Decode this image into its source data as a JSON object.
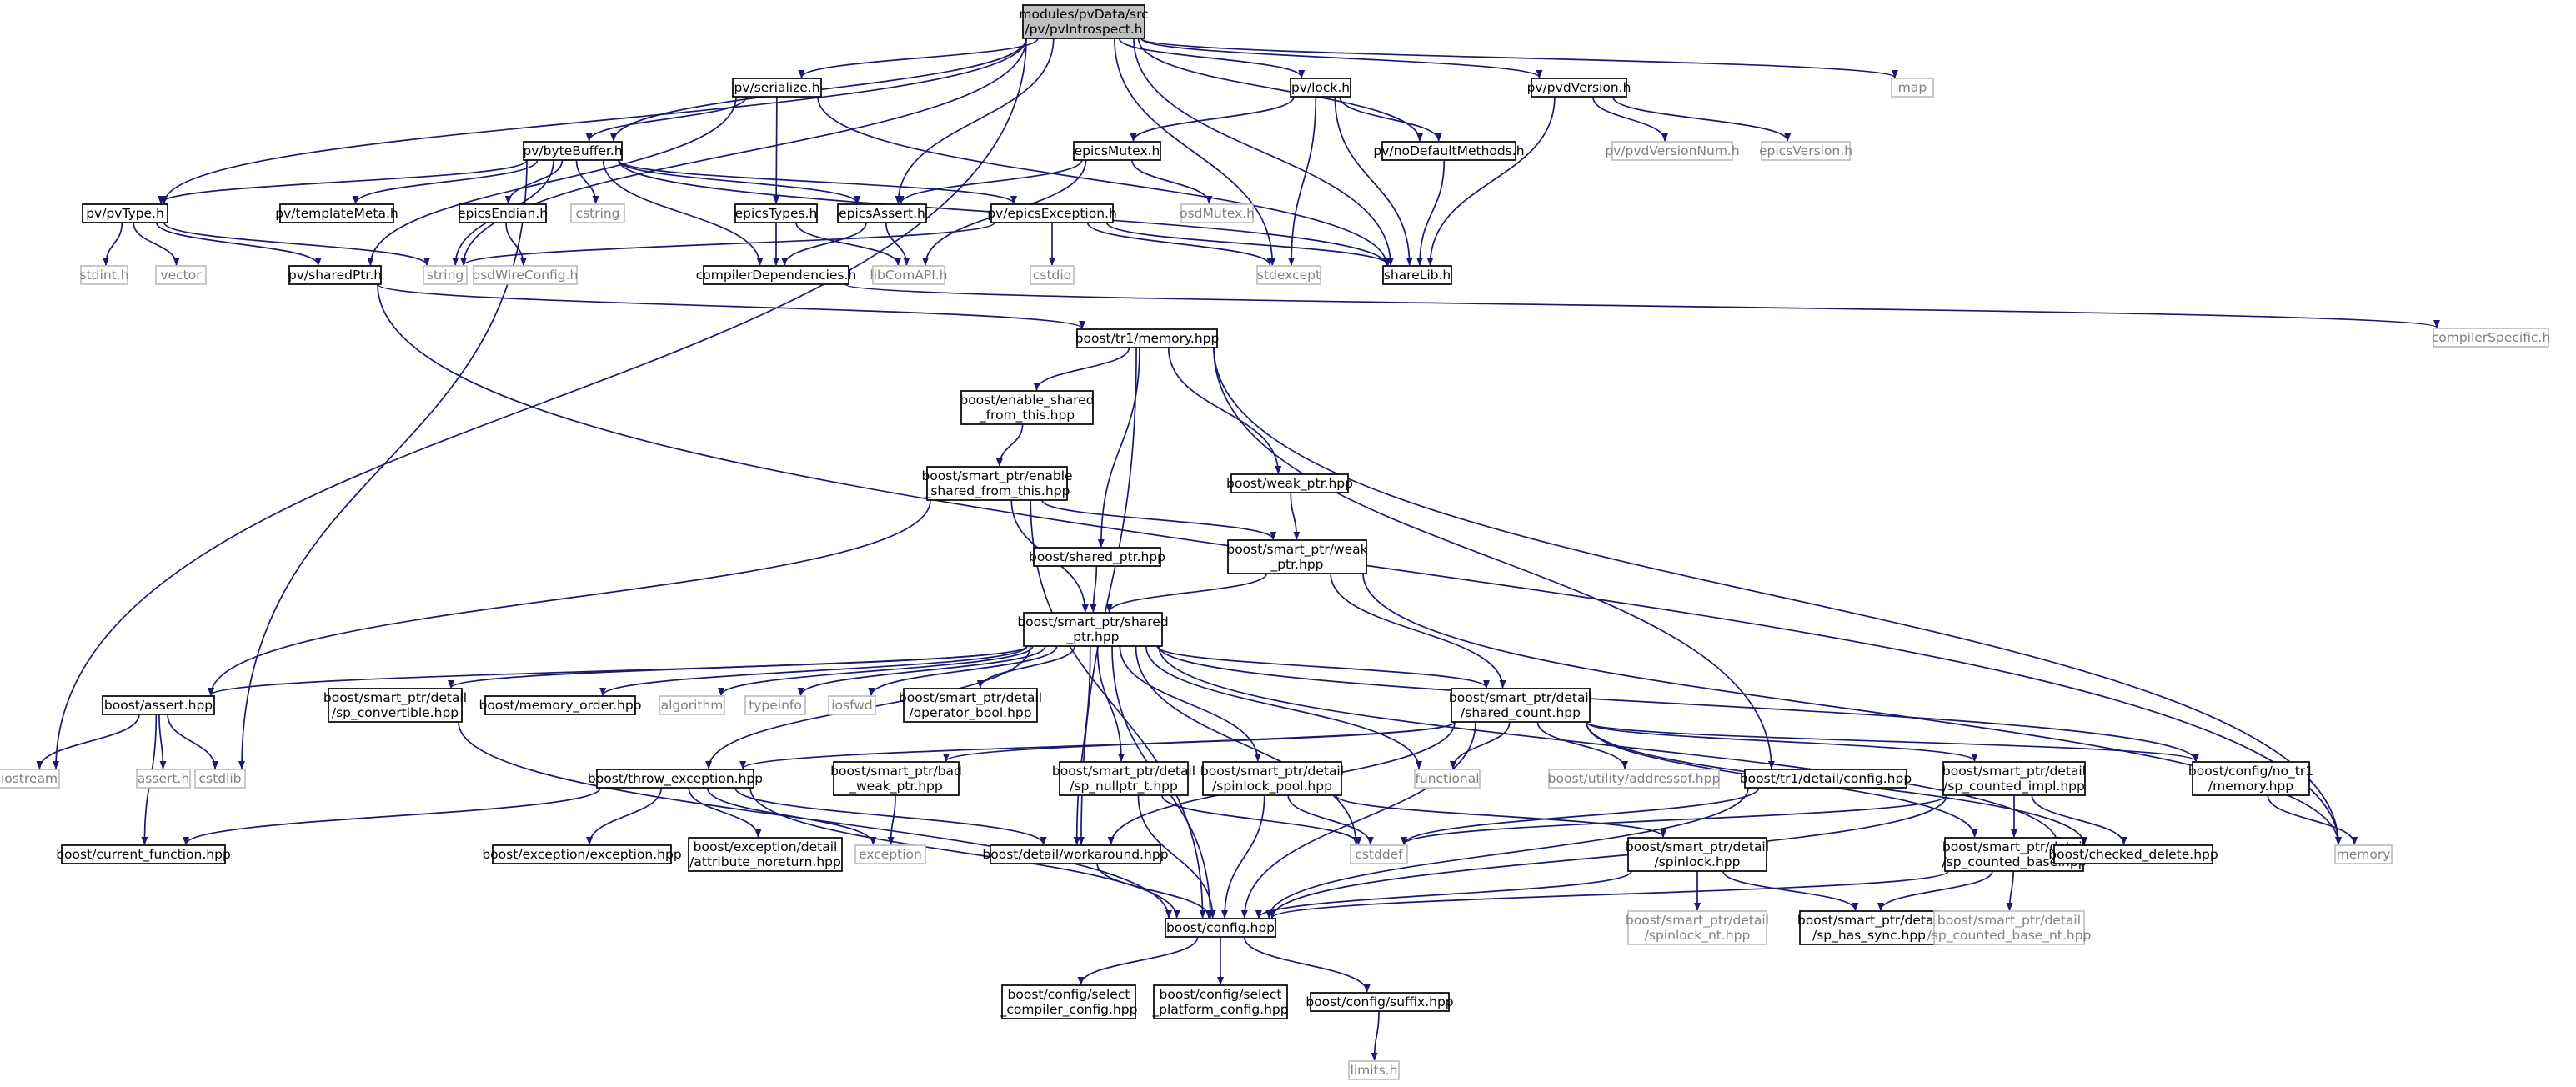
{
  "diagram": {
    "colors": {
      "edge": "#191970",
      "local_border": "#000000",
      "external_border": "#bfbfbf",
      "external_text": "#808080",
      "root_fill": "#bfbfbf"
    },
    "nodes": [
      {
        "id": "root",
        "lines": [
          "modules/pvData/src",
          "/pv/pvIntrospect.h"
        ],
        "kind": "root"
      },
      {
        "id": "pvSerialize",
        "lines": [
          "pv/serialize.h"
        ],
        "kind": "local"
      },
      {
        "id": "pvLock",
        "lines": [
          "pv/lock.h"
        ],
        "kind": "local"
      },
      {
        "id": "pvdVersion",
        "lines": [
          "pv/pvdVersion.h"
        ],
        "kind": "local"
      },
      {
        "id": "map",
        "lines": [
          "map"
        ],
        "kind": "ext"
      },
      {
        "id": "pvByteBuffer",
        "lines": [
          "pv/byteBuffer.h"
        ],
        "kind": "local"
      },
      {
        "id": "epicsMutex",
        "lines": [
          "epicsMutex.h"
        ],
        "kind": "local"
      },
      {
        "id": "noDefault",
        "lines": [
          "pv/noDefaultMethods.h"
        ],
        "kind": "local"
      },
      {
        "id": "pvdVersionNum",
        "lines": [
          "pv/pvdVersionNum.h"
        ],
        "kind": "ext"
      },
      {
        "id": "epicsVersion",
        "lines": [
          "epicsVersion.h"
        ],
        "kind": "ext"
      },
      {
        "id": "pvType",
        "lines": [
          "pv/pvType.h"
        ],
        "kind": "local"
      },
      {
        "id": "templateMeta",
        "lines": [
          "pv/templateMeta.h"
        ],
        "kind": "local"
      },
      {
        "id": "epicsEndian",
        "lines": [
          "epicsEndian.h"
        ],
        "kind": "local"
      },
      {
        "id": "cstring",
        "lines": [
          "cstring"
        ],
        "kind": "ext"
      },
      {
        "id": "epicsTypes",
        "lines": [
          "epicsTypes.h"
        ],
        "kind": "local"
      },
      {
        "id": "epicsAssert",
        "lines": [
          "epicsAssert.h"
        ],
        "kind": "local"
      },
      {
        "id": "epicsException",
        "lines": [
          "pv/epicsException.h"
        ],
        "kind": "local"
      },
      {
        "id": "osdMutex",
        "lines": [
          "osdMutex.h"
        ],
        "kind": "ext"
      },
      {
        "id": "stdint",
        "lines": [
          "stdint.h"
        ],
        "kind": "ext"
      },
      {
        "id": "vector",
        "lines": [
          "vector"
        ],
        "kind": "ext"
      },
      {
        "id": "sharedPtr",
        "lines": [
          "pv/sharedPtr.h"
        ],
        "kind": "local"
      },
      {
        "id": "string",
        "lines": [
          "string"
        ],
        "kind": "ext"
      },
      {
        "id": "osdWire",
        "lines": [
          "osdWireConfig.h"
        ],
        "kind": "ext"
      },
      {
        "id": "compilerDep",
        "lines": [
          "compilerDependencies.h"
        ],
        "kind": "local"
      },
      {
        "id": "libCom",
        "lines": [
          "libComAPI.h"
        ],
        "kind": "ext"
      },
      {
        "id": "cstdio",
        "lines": [
          "cstdio"
        ],
        "kind": "ext"
      },
      {
        "id": "stdexcept",
        "lines": [
          "stdexcept"
        ],
        "kind": "ext"
      },
      {
        "id": "shareLib",
        "lines": [
          "shareLib.h"
        ],
        "kind": "local"
      },
      {
        "id": "compilerSpecific",
        "lines": [
          "compilerSpecific.h"
        ],
        "kind": "ext"
      },
      {
        "id": "tr1memory",
        "lines": [
          "boost/tr1/memory.hpp"
        ],
        "kind": "local"
      },
      {
        "id": "enableShared",
        "lines": [
          "boost/enable_shared",
          "_from_this.hpp"
        ],
        "kind": "local"
      },
      {
        "id": "spEnableShared",
        "lines": [
          "boost/smart_ptr/enable",
          "_shared_from_this.hpp"
        ],
        "kind": "local"
      },
      {
        "id": "weakPtr",
        "lines": [
          "boost/weak_ptr.hpp"
        ],
        "kind": "local"
      },
      {
        "id": "sharedPtrHpp",
        "lines": [
          "boost/shared_ptr.hpp"
        ],
        "kind": "local"
      },
      {
        "id": "spWeak",
        "lines": [
          "boost/smart_ptr/weak",
          "_ptr.hpp"
        ],
        "kind": "local"
      },
      {
        "id": "spShared",
        "lines": [
          "boost/smart_ptr/shared",
          "_ptr.hpp"
        ],
        "kind": "local"
      },
      {
        "id": "assertHpp",
        "lines": [
          "boost/assert.hpp"
        ],
        "kind": "local"
      },
      {
        "id": "spConvertible",
        "lines": [
          "boost/smart_ptr/detail",
          "/sp_convertible.hpp"
        ],
        "kind": "local"
      },
      {
        "id": "memOrder",
        "lines": [
          "boost/memory_order.hpp"
        ],
        "kind": "local"
      },
      {
        "id": "algorithm",
        "lines": [
          "algorithm"
        ],
        "kind": "ext"
      },
      {
        "id": "typeinfo",
        "lines": [
          "typeinfo"
        ],
        "kind": "ext"
      },
      {
        "id": "iosfwd",
        "lines": [
          "iosfwd"
        ],
        "kind": "ext"
      },
      {
        "id": "opBool",
        "lines": [
          "boost/smart_ptr/detail",
          "/operator_bool.hpp"
        ],
        "kind": "local"
      },
      {
        "id": "sharedCount",
        "lines": [
          "boost/smart_ptr/detail",
          "/shared_count.hpp"
        ],
        "kind": "local"
      },
      {
        "id": "iostream",
        "lines": [
          "iostream"
        ],
        "kind": "ext"
      },
      {
        "id": "assertH",
        "lines": [
          "assert.h"
        ],
        "kind": "ext"
      },
      {
        "id": "cstdlib",
        "lines": [
          "cstdlib"
        ],
        "kind": "ext"
      },
      {
        "id": "throwExc",
        "lines": [
          "boost/throw_exception.hpp"
        ],
        "kind": "local"
      },
      {
        "id": "badWeak",
        "lines": [
          "boost/smart_ptr/bad",
          "_weak_ptr.hpp"
        ],
        "kind": "local"
      },
      {
        "id": "nullptr",
        "lines": [
          "boost/smart_ptr/detail",
          "/sp_nullptr_t.hpp"
        ],
        "kind": "local"
      },
      {
        "id": "spinlockPool",
        "lines": [
          "boost/smart_ptr/detail",
          "/spinlock_pool.hpp"
        ],
        "kind": "local"
      },
      {
        "id": "functional",
        "lines": [
          "functional"
        ],
        "kind": "ext"
      },
      {
        "id": "addressof",
        "lines": [
          "boost/utility/addressof.hpp"
        ],
        "kind": "ext"
      },
      {
        "id": "tr1config",
        "lines": [
          "boost/tr1/detail/config.hpp"
        ],
        "kind": "local"
      },
      {
        "id": "countedImpl",
        "lines": [
          "boost/smart_ptr/detail",
          "/sp_counted_impl.hpp"
        ],
        "kind": "local"
      },
      {
        "id": "noTr1Memory",
        "lines": [
          "boost/config/no_tr1",
          "/memory.hpp"
        ],
        "kind": "local"
      },
      {
        "id": "currentFunc",
        "lines": [
          "boost/current_function.hpp"
        ],
        "kind": "local"
      },
      {
        "id": "excException",
        "lines": [
          "boost/exception/exception.hpp"
        ],
        "kind": "local"
      },
      {
        "id": "attrNoreturn",
        "lines": [
          "boost/exception/detail",
          "/attribute_noreturn.hpp"
        ],
        "kind": "local"
      },
      {
        "id": "exception",
        "lines": [
          "exception"
        ],
        "kind": "ext"
      },
      {
        "id": "workaround",
        "lines": [
          "boost/detail/workaround.hpp"
        ],
        "kind": "local"
      },
      {
        "id": "cstddef",
        "lines": [
          "cstddef"
        ],
        "kind": "ext"
      },
      {
        "id": "spinlock",
        "lines": [
          "boost/smart_ptr/detail",
          "/spinlock.hpp"
        ],
        "kind": "local"
      },
      {
        "id": "countedBase",
        "lines": [
          "boost/smart_ptr/detail",
          "/sp_counted_base.hpp"
        ],
        "kind": "local"
      },
      {
        "id": "checkedDelete",
        "lines": [
          "boost/checked_delete.hpp"
        ],
        "kind": "local"
      },
      {
        "id": "memory",
        "lines": [
          "memory"
        ],
        "kind": "ext"
      },
      {
        "id": "config",
        "lines": [
          "boost/config.hpp"
        ],
        "kind": "local"
      },
      {
        "id": "spinlockNt",
        "lines": [
          "boost/smart_ptr/detail",
          "/spinlock_nt.hpp"
        ],
        "kind": "ext"
      },
      {
        "id": "hasSync",
        "lines": [
          "boost/smart_ptr/detail",
          "/sp_has_sync.hpp"
        ],
        "kind": "local"
      },
      {
        "id": "countedBaseNt",
        "lines": [
          "boost/smart_ptr/detail",
          "/sp_counted_base_nt.hpp"
        ],
        "kind": "ext"
      },
      {
        "id": "selectCompiler",
        "lines": [
          "boost/config/select",
          "_compiler_config.hpp"
        ],
        "kind": "local"
      },
      {
        "id": "selectPlatform",
        "lines": [
          "boost/config/select",
          "_platform_config.hpp"
        ],
        "kind": "local"
      },
      {
        "id": "suffix",
        "lines": [
          "boost/config/suffix.hpp"
        ],
        "kind": "local"
      },
      {
        "id": "limits",
        "lines": [
          "limits.h"
        ],
        "kind": "ext"
      }
    ],
    "edges": [
      [
        "root",
        "pvSerialize"
      ],
      [
        "root",
        "pvLock"
      ],
      [
        "root",
        "pvdVersion"
      ],
      [
        "root",
        "map"
      ],
      [
        "root",
        "pvByteBuffer"
      ],
      [
        "root",
        "noDefault"
      ],
      [
        "root",
        "pvType"
      ],
      [
        "root",
        "epicsAssert"
      ],
      [
        "root",
        "stdexcept"
      ],
      [
        "root",
        "shareLib"
      ],
      [
        "root",
        "iostream"
      ],
      [
        "root",
        "string"
      ],
      [
        "pvSerialize",
        "pvByteBuffer"
      ],
      [
        "pvSerialize",
        "epicsTypes"
      ],
      [
        "pvSerialize",
        "sharedPtr"
      ],
      [
        "pvSerialize",
        "shareLib"
      ],
      [
        "pvLock",
        "epicsMutex"
      ],
      [
        "pvLock",
        "noDefault"
      ],
      [
        "pvLock",
        "shareLib"
      ],
      [
        "pvLock",
        "stdexcept"
      ],
      [
        "pvdVersion",
        "pvdVersionNum"
      ],
      [
        "pvdVersion",
        "epicsVersion"
      ],
      [
        "pvdVersion",
        "shareLib"
      ],
      [
        "epicsMutex",
        "epicsAssert"
      ],
      [
        "epicsMutex",
        "osdMutex"
      ],
      [
        "epicsMutex",
        "libCom"
      ],
      [
        "noDefault",
        "shareLib"
      ],
      [
        "pvByteBuffer",
        "pvType"
      ],
      [
        "pvByteBuffer",
        "templateMeta"
      ],
      [
        "pvByteBuffer",
        "epicsEndian"
      ],
      [
        "pvByteBuffer",
        "cstring"
      ],
      [
        "pvByteBuffer",
        "epicsAssert"
      ],
      [
        "pvByteBuffer",
        "epicsException"
      ],
      [
        "pvByteBuffer",
        "compilerDep"
      ],
      [
        "pvByteBuffer",
        "shareLib"
      ],
      [
        "pvByteBuffer",
        "string"
      ],
      [
        "pvByteBuffer",
        "cstdlib"
      ],
      [
        "pvType",
        "stdint"
      ],
      [
        "pvType",
        "vector"
      ],
      [
        "pvType",
        "sharedPtr"
      ],
      [
        "pvType",
        "string"
      ],
      [
        "epicsEndian",
        "osdWire"
      ],
      [
        "epicsTypes",
        "compilerDep"
      ],
      [
        "epicsTypes",
        "libCom"
      ],
      [
        "epicsAssert",
        "compilerDep"
      ],
      [
        "epicsAssert",
        "libCom"
      ],
      [
        "epicsException",
        "cstdio"
      ],
      [
        "epicsException",
        "stdexcept"
      ],
      [
        "epicsException",
        "shareLib"
      ],
      [
        "epicsException",
        "string"
      ],
      [
        "compilerDep",
        "compilerSpecific"
      ],
      [
        "sharedPtr",
        "tr1memory"
      ],
      [
        "sharedPtr",
        "memory"
      ],
      [
        "tr1memory",
        "enableShared"
      ],
      [
        "tr1memory",
        "weakPtr"
      ],
      [
        "tr1memory",
        "sharedPtrHpp"
      ],
      [
        "tr1memory",
        "tr1config"
      ],
      [
        "tr1memory",
        "workaround"
      ],
      [
        "tr1memory",
        "memory"
      ],
      [
        "enableShared",
        "spEnableShared"
      ],
      [
        "spEnableShared",
        "spWeak"
      ],
      [
        "spEnableShared",
        "spShared"
      ],
      [
        "spEnableShared",
        "assertHpp"
      ],
      [
        "spEnableShared",
        "config"
      ],
      [
        "weakPtr",
        "spWeak"
      ],
      [
        "sharedPtrHpp",
        "spShared"
      ],
      [
        "spWeak",
        "spShared"
      ],
      [
        "spWeak",
        "sharedCount"
      ],
      [
        "spWeak",
        "memory"
      ],
      [
        "spShared",
        "assertHpp"
      ],
      [
        "spShared",
        "spConvertible"
      ],
      [
        "spShared",
        "memOrder"
      ],
      [
        "spShared",
        "algorithm"
      ],
      [
        "spShared",
        "typeinfo"
      ],
      [
        "spShared",
        "iosfwd"
      ],
      [
        "spShared",
        "opBool"
      ],
      [
        "spShared",
        "sharedCount"
      ],
      [
        "spShared",
        "throwExc"
      ],
      [
        "spShared",
        "nullptr"
      ],
      [
        "spShared",
        "spinlockPool"
      ],
      [
        "spShared",
        "functional"
      ],
      [
        "spShared",
        "checkedDelete"
      ],
      [
        "spShared",
        "noTr1Memory"
      ],
      [
        "spShared",
        "cstddef"
      ],
      [
        "spShared",
        "workaround"
      ],
      [
        "spShared",
        "config"
      ],
      [
        "assertHpp",
        "iostream"
      ],
      [
        "assertHpp",
        "assertH"
      ],
      [
        "assertHpp",
        "cstdlib"
      ],
      [
        "assertHpp",
        "currentFunc"
      ],
      [
        "spConvertible",
        "config"
      ],
      [
        "sharedCount",
        "throwExc"
      ],
      [
        "sharedCount",
        "badWeak"
      ],
      [
        "sharedCount",
        "functional"
      ],
      [
        "sharedCount",
        "addressof"
      ],
      [
        "sharedCount",
        "countedImpl"
      ],
      [
        "sharedCount",
        "countedBase"
      ],
      [
        "sharedCount",
        "checkedDelete"
      ],
      [
        "sharedCount",
        "noTr1Memory"
      ],
      [
        "sharedCount",
        "workaround"
      ],
      [
        "sharedCount",
        "config"
      ],
      [
        "throwExc",
        "currentFunc"
      ],
      [
        "throwExc",
        "excException"
      ],
      [
        "throwExc",
        "attrNoreturn"
      ],
      [
        "throwExc",
        "exception"
      ],
      [
        "throwExc",
        "workaround"
      ],
      [
        "throwExc",
        "config"
      ],
      [
        "badWeak",
        "exception"
      ],
      [
        "nullptr",
        "config"
      ],
      [
        "nullptr",
        "cstddef"
      ],
      [
        "spinlockPool",
        "spinlock"
      ],
      [
        "spinlockPool",
        "cstddef"
      ],
      [
        "spinlockPool",
        "config"
      ],
      [
        "tr1config",
        "config"
      ],
      [
        "tr1config",
        "cstddef"
      ],
      [
        "countedImpl",
        "countedBase"
      ],
      [
        "countedImpl",
        "checkedDelete"
      ],
      [
        "countedImpl",
        "cstddef"
      ],
      [
        "countedImpl",
        "config"
      ],
      [
        "noTr1Memory",
        "memory"
      ],
      [
        "workaround",
        "config"
      ],
      [
        "spinlock",
        "spinlockNt"
      ],
      [
        "spinlock",
        "hasSync"
      ],
      [
        "spinlock",
        "config"
      ],
      [
        "countedBase",
        "hasSync"
      ],
      [
        "countedBase",
        "countedBaseNt"
      ],
      [
        "countedBase",
        "config"
      ],
      [
        "config",
        "selectCompiler"
      ],
      [
        "config",
        "selectPlatform"
      ],
      [
        "config",
        "suffix"
      ],
      [
        "suffix",
        "limits"
      ]
    ]
  }
}
